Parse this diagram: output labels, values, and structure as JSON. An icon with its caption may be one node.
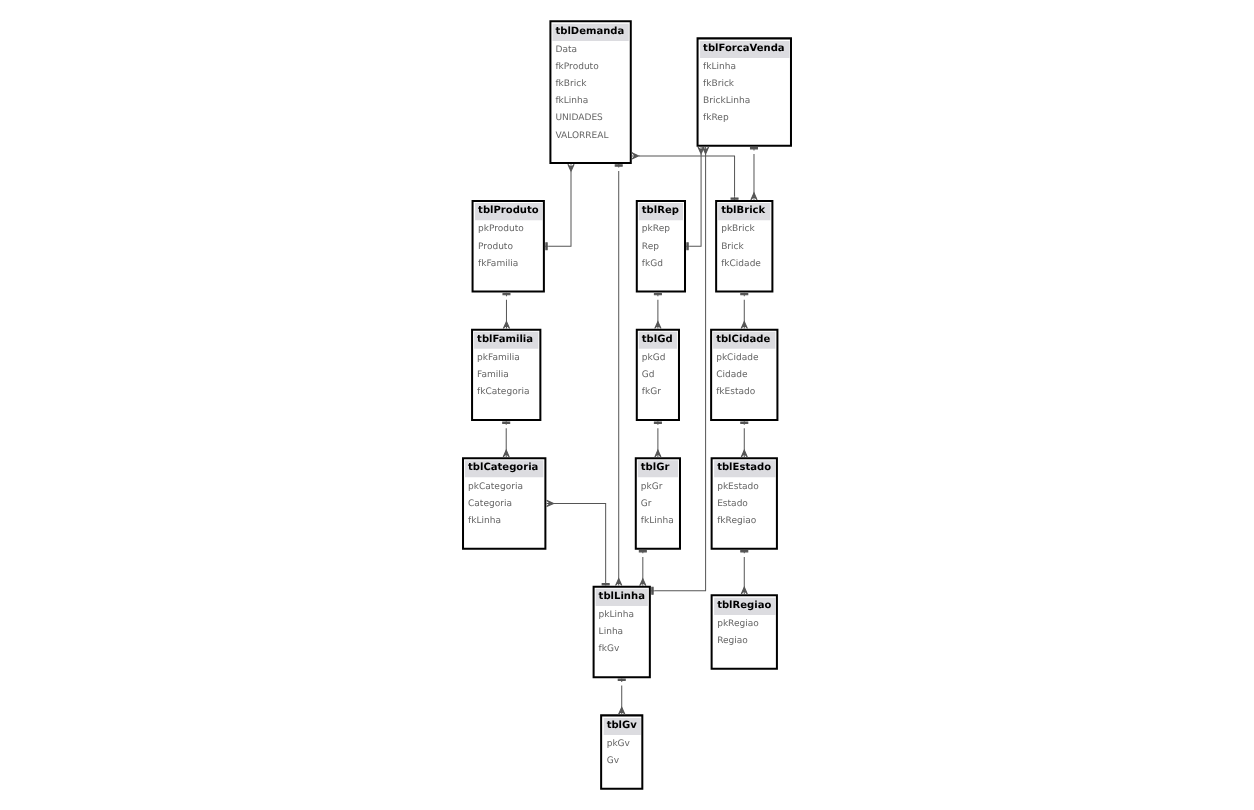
{
  "diagram": {
    "nodes": [
      {
        "text": [
          "tblFamilia",
          "pkFamilia",
          "Familia",
          "fkCategoria"
        ]
      },
      {
        "text": [
          "tblProduto",
          "pkProduto",
          "Produto",
          "fkFamilia"
        ]
      },
      {
        "text": [
          "tblBrick",
          "pkBrick",
          "Brick",
          "fkCidade"
        ]
      },
      {
        "text": [
          "tblCategoria",
          "pkCategoria",
          "Categoria",
          "fkLinha"
        ]
      },
      {
        "text": [
          "tblDemanda",
          "Data",
          "fkProduto",
          "fkBrick",
          "fkLinha",
          "UNIDADES",
          "VALORREAL"
        ]
      },
      {
        "text": [
          "tblCidade",
          "pkCidade",
          "Cidade",
          "fkEstado"
        ]
      },
      {
        "text": [
          "tblGv",
          "pkGv",
          "Gv"
        ]
      },
      {
        "text": [
          "tblLinha",
          "pkLinha",
          "Linha",
          "fkGv"
        ]
      },
      {
        "text": [
          "tblForcaVenda",
          "fkLinha",
          "fkBrick",
          "BrickLinha",
          "fkRep"
        ]
      },
      {
        "text": [
          "tblEstado",
          "pkEstado",
          "Estado",
          "fkRegiao"
        ]
      },
      {
        "text": [
          "tblGr",
          "pkGr",
          "Gr",
          "fkLinha"
        ]
      },
      {
        "text": [
          "tblGd",
          "pkGd",
          "Gd",
          "fkGr"
        ]
      },
      {
        "text": [
          "tblRep",
          "pkRep",
          "Rep",
          "fkGd"
        ]
      },
      {
        "text": [
          "tblRegiao",
          "pkRegiao",
          "Regiao"
        ]
      }
    ],
    "edges": [
      {
        "from": 1,
        "to": 0,
        "arrow": "other"
      },
      {
        "from": 0,
        "to": 3,
        "arrow": "other"
      },
      {
        "from": 3,
        "to": 7,
        "arrow": "other"
      },
      {
        "from": 4,
        "to": 1,
        "arrow": "other"
      },
      {
        "from": 4,
        "to": 2,
        "arrow": "other"
      },
      {
        "from": 8,
        "to": 2,
        "arrow": "other"
      },
      {
        "from": 2,
        "to": 5,
        "arrow": "other"
      },
      {
        "from": 5,
        "to": 9,
        "arrow": "other"
      },
      {
        "from": 9,
        "to": 13,
        "arrow": "other"
      },
      {
        "from": 7,
        "to": 6,
        "arrow": "other"
      },
      {
        "from": 4,
        "to": 7,
        "arrow": "other"
      },
      {
        "from": 8,
        "to": 7,
        "arrow": "other"
      },
      {
        "from": 10,
        "to": 7,
        "arrow": "other"
      },
      {
        "from": 11,
        "to": 10,
        "arrow": "other"
      },
      {
        "from": 12,
        "to": 11,
        "arrow": "other"
      },
      {
        "from": 8,
        "to": 12,
        "arrow": "other"
      }
    ]
  }
}
